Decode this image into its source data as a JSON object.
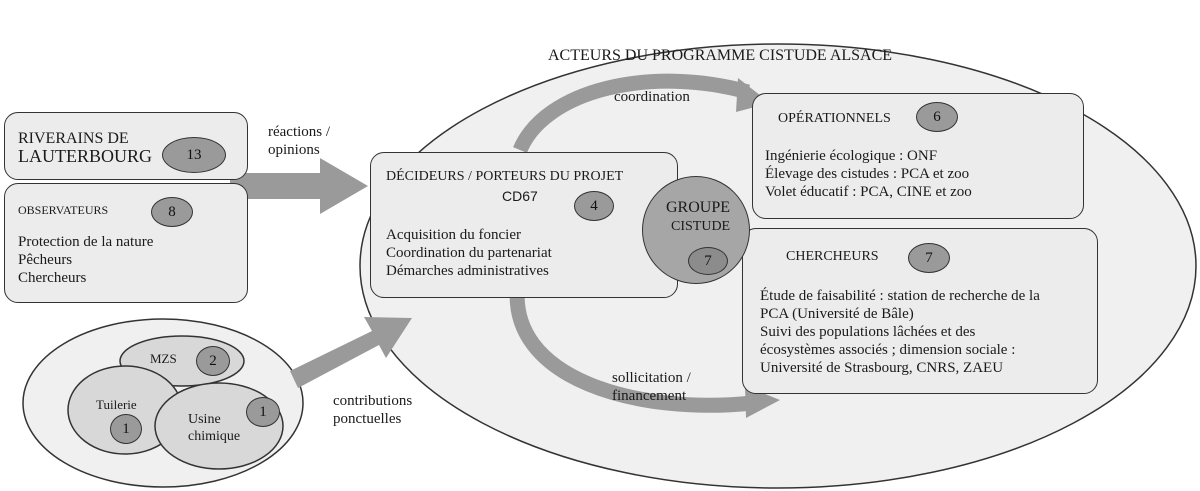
{
  "title": "ACTEURS DU PROGRAMME CISTUDE ALSACE",
  "riverains": {
    "line1": "RIVERAINS DE",
    "line2": "LAUTERBOURG",
    "count": "13"
  },
  "observateurs": {
    "title": "OBSERVATEURS",
    "count": "8",
    "items": [
      "Protection de la nature",
      "Pêcheurs",
      "Chercheurs"
    ]
  },
  "decideurs": {
    "title": "DÉCIDEURS / PORTEURS DU PROJET",
    "subtitle": "CD67",
    "count": "4",
    "items": [
      "Acquisition du foncier",
      "Coordination du partenariat",
      "Démarches administratives"
    ]
  },
  "groupe": {
    "line1": "GROUPE",
    "line2": "CISTUDE",
    "count": "7"
  },
  "operationnels": {
    "title": "OPÉRATIONNELS",
    "count": "6",
    "items": [
      "Ingénierie écologique : ONF",
      "Élevage des cistudes : PCA et  zoo",
      "Volet éducatif : PCA, CINE et zoo"
    ]
  },
  "chercheurs": {
    "title": "CHERCHEURS",
    "count": "7",
    "items": [
      "Étude de faisabilité : station de recherche de la",
      "PCA (Université de Bâle)",
      "Suivi des populations lâchées et des",
      "écosystèmes associés ; dimension sociale :",
      "Université de Strasbourg, CNRS, ZAEU"
    ]
  },
  "arrows": {
    "reactions": [
      "réactions /",
      "opinions"
    ],
    "coordination": "coordination",
    "sollicitation": [
      "sollicitation /",
      "financement"
    ],
    "contributions": [
      "contributions",
      "ponctuelles"
    ]
  },
  "local": {
    "mzs": {
      "label": "MZS",
      "count": "2"
    },
    "tuilerie": {
      "label": "Tuilerie",
      "count": "1"
    },
    "usine": {
      "line1": "Usine",
      "line2": "chimique",
      "count": "1"
    }
  }
}
